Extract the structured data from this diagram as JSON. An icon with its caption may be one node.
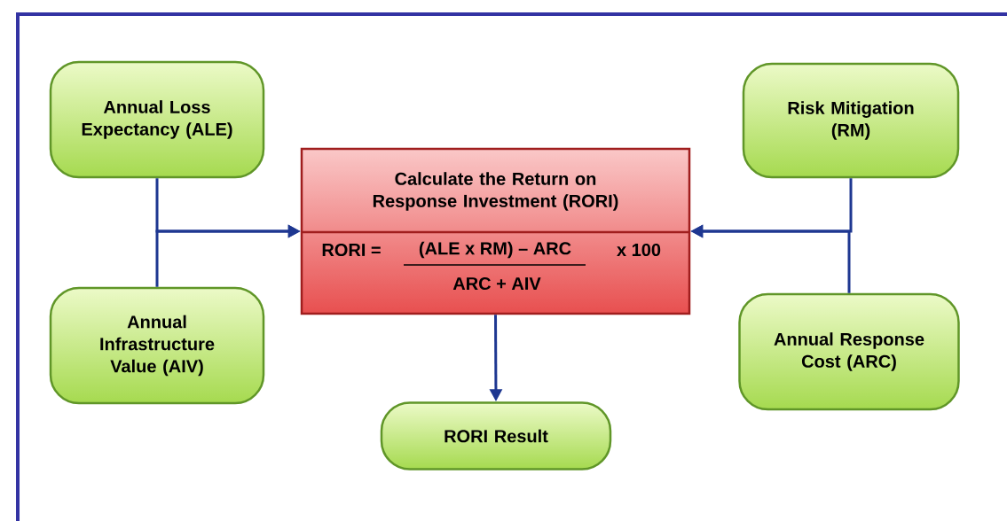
{
  "diagram": {
    "nodes": [
      {
        "text": [
          "Annual Loss Expectancy (ALE)"
        ]
      },
      {
        "text": [
          "Annual Infrastructure Value (AIV)"
        ]
      },
      {
        "text": [
          "Calculate the Return on Response Investment (RORI)",
          "RORI =",
          "(ALE x RM) – ARC",
          "ARC + AIV",
          "x 100"
        ]
      },
      {
        "text": [
          "Risk Mitigation (RM)"
        ]
      },
      {
        "text": [
          "Annual Response Cost (ARC)"
        ]
      },
      {
        "text": [
          "RORI Result"
        ]
      }
    ],
    "edges": [
      {
        "from": 0,
        "to": 2,
        "arrow": "to"
      },
      {
        "from": 1,
        "to": 2,
        "arrow": "to"
      },
      {
        "from": 3,
        "to": 2,
        "arrow": "to"
      },
      {
        "from": 4,
        "to": 2,
        "arrow": "to"
      },
      {
        "from": 2,
        "to": 5,
        "arrow": "to"
      }
    ]
  }
}
